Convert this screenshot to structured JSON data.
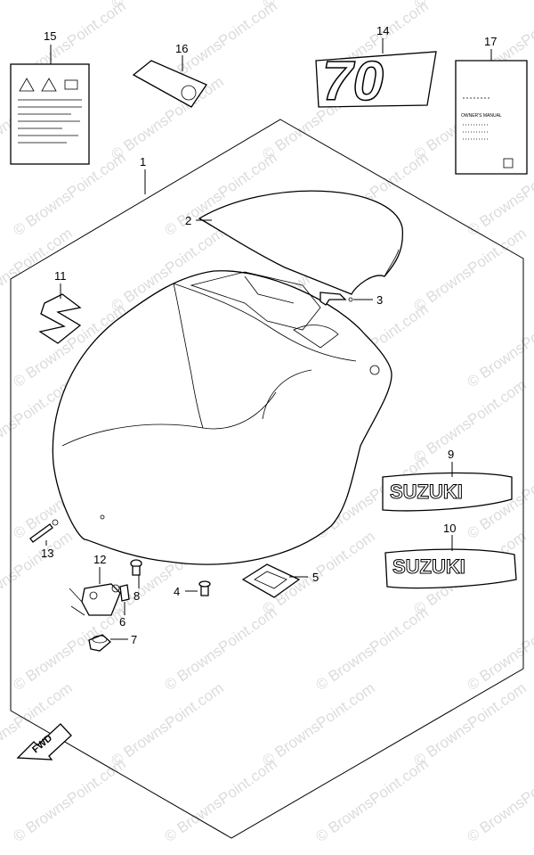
{
  "watermark": "© BrownsPoint.com",
  "callouts": {
    "p1": "1",
    "p2": "2",
    "p3": "3",
    "p4": "4",
    "p5": "5",
    "p6": "6",
    "p7": "7",
    "p8": "8",
    "p9": "9",
    "p10": "10",
    "p11": "11",
    "p12": "12",
    "p13": "13",
    "p14": "14",
    "p15": "15",
    "p16": "16",
    "p17": "17"
  },
  "decals": {
    "model_number": "70",
    "brand": "SUZUKI",
    "fwd": "FWD"
  },
  "manual_text": "OWNER'S MANUAL"
}
